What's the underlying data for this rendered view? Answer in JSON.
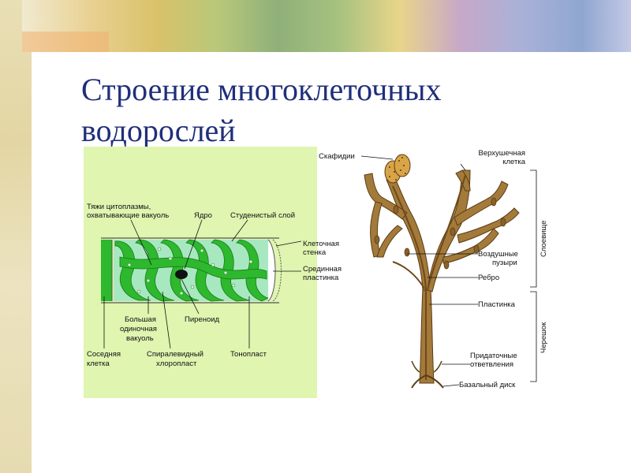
{
  "slide": {
    "title": "Строение многоклеточных водорослей"
  },
  "left_panel": {
    "labels": {
      "cytoplasm_strands_line1": "Тяжи цитоплазмы,",
      "cytoplasm_strands_line2": "охватывающие вакуоль",
      "nucleus": "Ядро",
      "gelatinous_layer": "Студенистый слой",
      "cell_wall_line1": "Клеточная",
      "cell_wall_line2": "стенка",
      "middle_lamella_line1": "Срединная",
      "middle_lamella_line2": "пластинка",
      "vacuole_line1": "Большая",
      "vacuole_line2": "одиночная",
      "vacuole_line3": "вакуоль",
      "pyrenoid": "Пиреноид",
      "neighbor_cell_line1": "Соседняя",
      "neighbor_cell_line2": "клетка",
      "chloroplast_line1": "Спиралевидный",
      "chloroplast_line2": "хлоропласт",
      "tonoplast": "Тонопласт"
    },
    "colors": {
      "background": "#dff5b0",
      "chloroplast": "#2db82d",
      "cytoplasm": "#a8e8c0"
    }
  },
  "right_panel": {
    "labels": {
      "scaphidia": "Скафидии",
      "apical_cell_line1": "Верхушечная",
      "apical_cell_line2": "клетка",
      "thallus": "Слоевище",
      "air_bladders_line1": "Воздушные",
      "air_bladders_line2": "пузыри",
      "rib": "Ребро",
      "blade": "Пластинка",
      "stipe": "Черешок",
      "accessory_branches_line1": "Придаточные",
      "accessory_branches_line2": "ответвления",
      "basal_disc": "Базальный диск"
    },
    "colors": {
      "thallus": "#a37a3a",
      "rib": "#6e4a1c",
      "scaphidia": "#d8a448"
    }
  }
}
